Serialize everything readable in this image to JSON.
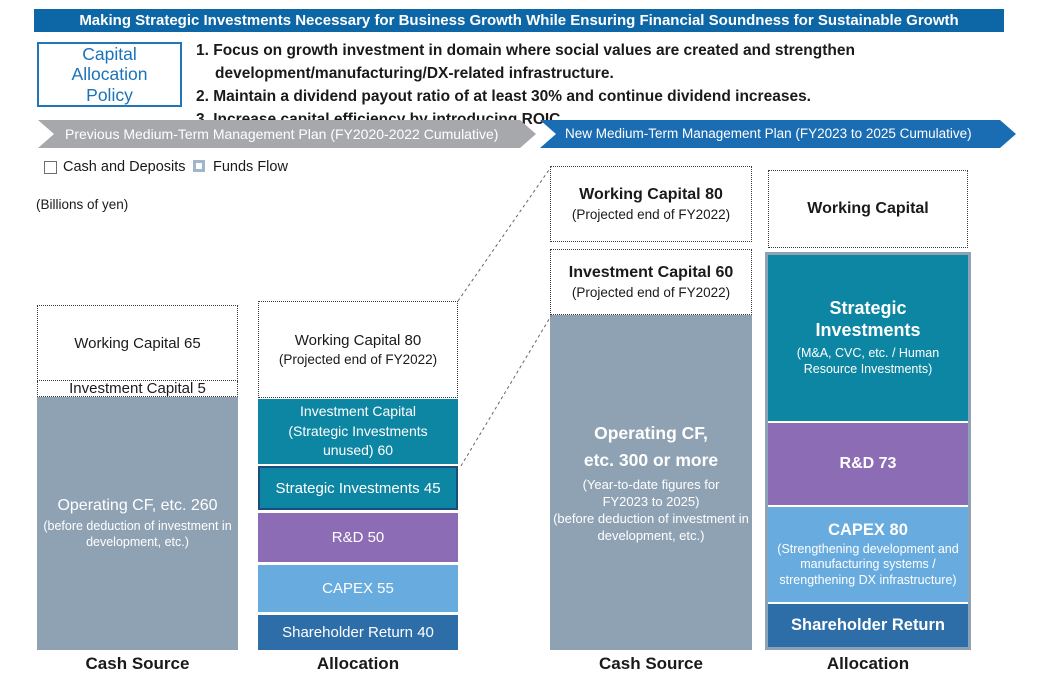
{
  "title": "Making Strategic Investments Necessary for Business Growth While Ensuring Financial Soundness for Sustainable Growth",
  "policy": {
    "label": "Capital Allocation Policy",
    "items": [
      {
        "num": "1.",
        "text": "Focus on growth investment in domain where social values are created and strengthen development/manufacturing/DX-related infrastructure."
      },
      {
        "num": "2.",
        "text": "Maintain a dividend payout ratio of at least 30% and continue dividend increases."
      },
      {
        "num": "3.",
        "text": "Increase capital efficiency by introducing ROIC."
      }
    ]
  },
  "banners": {
    "previous": "Previous Medium-Term Management Plan (FY2020-2022 Cumulative)",
    "new": "New Medium-Term Management Plan (FY2023 to 2025 Cumulative)"
  },
  "legend": {
    "cash": "Cash and Deposits",
    "funds": "Funds Flow",
    "unit": "(Billions of yen)"
  },
  "prev_source": {
    "working_capital": "Working Capital 65",
    "investment_capital": "Investment Capital 5",
    "operating_cf": "Operating CF, etc. 260",
    "operating_cf_note": "(before deduction of investment in development, etc.)",
    "axis_label": "Cash Source"
  },
  "prev_alloc": {
    "working_capital": "Working Capital 80",
    "working_capital_note": "(Projected end of FY2022)",
    "investment_capital_unused": "Investment Capital (Strategic Investments unused) 60",
    "strategic_investments": "Strategic Investments 45",
    "rnd": "R&D 50",
    "capex": "CAPEX 55",
    "shareholder_return": "Shareholder Return 40",
    "axis_label": "Allocation"
  },
  "new_source": {
    "working_capital": "Working Capital 80",
    "working_capital_note": "(Projected end of FY2022)",
    "investment_capital": "Investment Capital 60",
    "investment_capital_note": "(Projected end of FY2022)",
    "operating_cf_line1": "Operating CF,",
    "operating_cf_line2": "etc. 300 or more",
    "operating_cf_note1": "(Year-to-date figures for FY2023 to 2025)",
    "operating_cf_note2": "(before deduction of investment in development, etc.)",
    "axis_label": "Cash Source"
  },
  "new_alloc": {
    "working_capital": "Working Capital",
    "strategic_investments": "Strategic Investments",
    "strategic_investments_note": "(M&A, CVC, etc. / Human Resource Investments)",
    "rnd": "R&D 73",
    "capex": "CAPEX 80",
    "capex_note": "(Strengthening development and manufacturing systems / strengthening DX infrastructure)",
    "shareholder_return": "Shareholder Return",
    "axis_label": "Allocation"
  },
  "colors": {
    "header_blue": "#0d67a7",
    "banner_gray": "#a7a8ab",
    "banner_blue": "#1a6db3",
    "operating_cf_gray": "#8fa2b4",
    "teal": "#0d86a3",
    "strategic_border_navy": "#1e4b7e",
    "rnd_purple": "#8c6cb4",
    "capex_light_blue": "#67abdf",
    "shareholder_blue": "#2d6da8",
    "policy_blue": "#1a72b8"
  },
  "chart_data": {
    "type": "bar",
    "subtype": "stacked allocation flow",
    "title": "Making Strategic Investments Necessary for Business Growth While Ensuring Financial Soundness for Sustainable Growth",
    "unit": "Billions of yen",
    "legend": [
      "Cash and Deposits",
      "Funds Flow"
    ],
    "groups": [
      {
        "plan": "Previous Medium-Term Management Plan (FY2020-2022 Cumulative)",
        "bars": [
          {
            "label": "Cash Source",
            "segments": [
              {
                "name": "Working Capital",
                "value": 65,
                "kind": "Cash and Deposits"
              },
              {
                "name": "Investment Capital",
                "value": 5,
                "kind": "Cash and Deposits"
              },
              {
                "name": "Operating CF, etc. (before deduction of investment in development, etc.)",
                "value": 260,
                "kind": "Funds Flow"
              }
            ]
          },
          {
            "label": "Allocation",
            "segments": [
              {
                "name": "Working Capital (Projected end of FY2022)",
                "value": 80,
                "kind": "Cash and Deposits"
              },
              {
                "name": "Investment Capital (Strategic Investments unused)",
                "value": 60,
                "kind": "Funds Flow"
              },
              {
                "name": "Strategic Investments",
                "value": 45,
                "kind": "Funds Flow"
              },
              {
                "name": "R&D",
                "value": 50,
                "kind": "Funds Flow"
              },
              {
                "name": "CAPEX",
                "value": 55,
                "kind": "Funds Flow"
              },
              {
                "name": "Shareholder Return",
                "value": 40,
                "kind": "Funds Flow"
              }
            ]
          }
        ]
      },
      {
        "plan": "New Medium-Term Management Plan (FY2023 to 2025 Cumulative)",
        "bars": [
          {
            "label": "Cash Source",
            "segments": [
              {
                "name": "Working Capital (Projected end of FY2022)",
                "value": 80,
                "kind": "Cash and Deposits"
              },
              {
                "name": "Investment Capital (Projected end of FY2022)",
                "value": 60,
                "kind": "Cash and Deposits"
              },
              {
                "name": "Operating CF, etc. (Year-to-date figures for FY2023 to 2025) (before deduction of investment in development, etc.)",
                "value": "300 or more",
                "kind": "Funds Flow"
              }
            ]
          },
          {
            "label": "Allocation",
            "segments": [
              {
                "name": "Working Capital",
                "value": null,
                "kind": "Cash and Deposits"
              },
              {
                "name": "Strategic Investments (M&A, CVC, etc. / Human Resource Investments)",
                "value": null,
                "kind": "Funds Flow"
              },
              {
                "name": "R&D",
                "value": 73,
                "kind": "Funds Flow"
              },
              {
                "name": "CAPEX (Strengthening development and manufacturing systems / strengthening DX infrastructure)",
                "value": 80,
                "kind": "Funds Flow"
              },
              {
                "name": "Shareholder Return",
                "value": null,
                "kind": "Funds Flow"
              }
            ]
          }
        ]
      }
    ]
  }
}
